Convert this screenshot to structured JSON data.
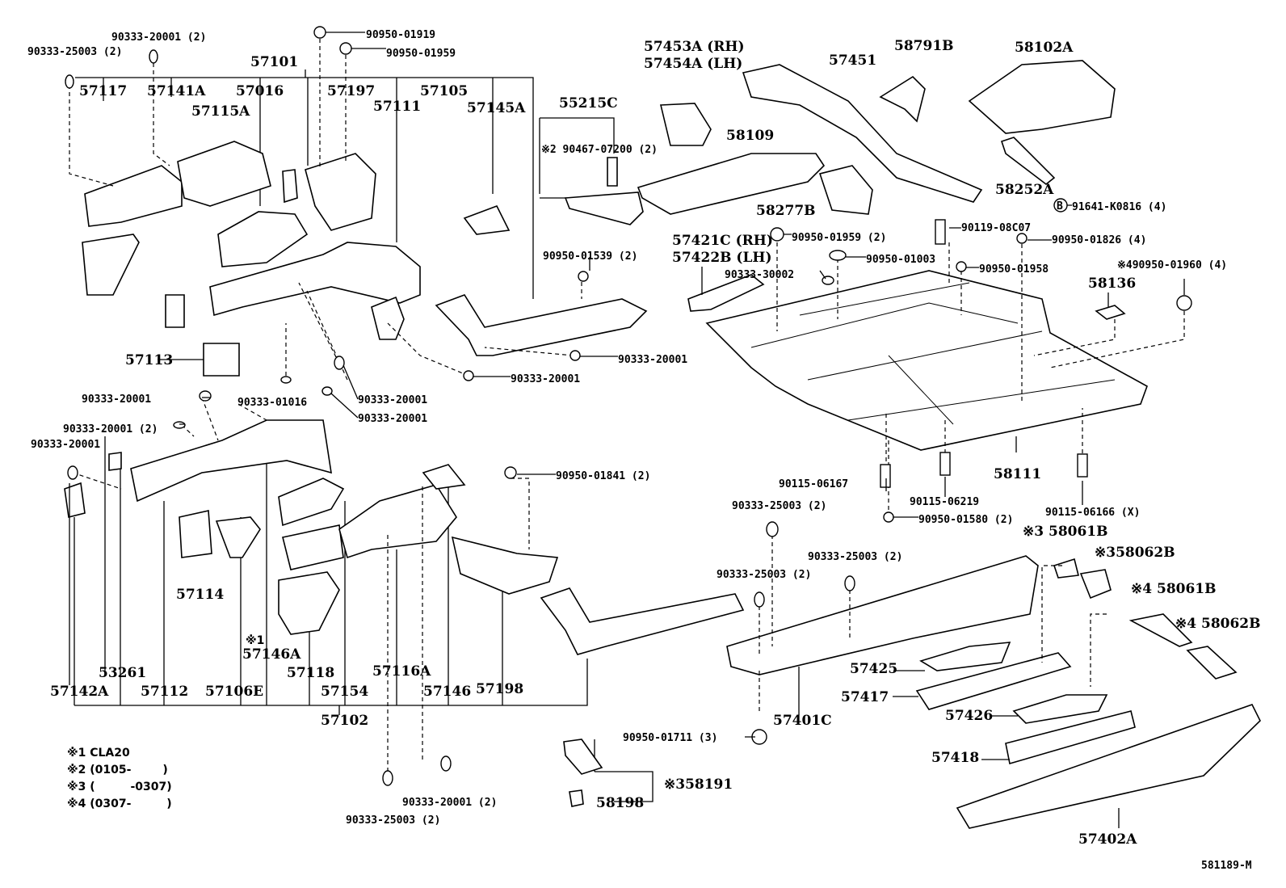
{
  "callouts": [
    "90333-20001 (2)",
    "90333-25003 (2)",
    "90950-01919",
    "90950-01959",
    "57101",
    "57117",
    "57141A",
    "57016",
    "57197",
    "57111",
    "57105",
    "57145A",
    "57115A",
    "55215C",
    "※2 90467-07200 (2)",
    "57453A (RH)",
    "57454A (LH)",
    "57451",
    "58791B",
    "58102A",
    "58109",
    "58277B",
    "58252A",
    "91641-K0816 (4)",
    "90119-08C07",
    "90950-01959 (2)",
    "90950-01826 (4)",
    "57421C (RH)",
    "57422B (LH)",
    "90950-01003",
    "90950-01958",
    "90333-30002",
    "※490950-01960 (4)",
    "58136",
    "90950-01539 (2)",
    "57113",
    "90333-20001",
    "90333-20001",
    "90333-20001",
    "90333-20001",
    "90333-01016",
    "90333-20001",
    "90333-20001 (2)",
    "90333-20001",
    "90950-01841 (2)",
    "58111",
    "90115-06167",
    "90115-06219",
    "90115-06166 (X)",
    "90950-01580 (2)",
    "90333-25003 (2)",
    "※3 58061B",
    "※358062B",
    "90333-25003 (2)",
    "90333-25003 (2)",
    "※4 58061B",
    "※4 58062B",
    "57114",
    "※1",
    "57146A",
    "53261",
    "57118",
    "57116A",
    "57425",
    "57142A",
    "57112",
    "57106E",
    "57154",
    "57146",
    "57198",
    "57417",
    "57102",
    "57401C",
    "57426",
    "90950-01711 (3)",
    "※358191",
    "58198",
    "57418",
    "90333-20001 (2)",
    "90333-25003 (2)",
    "57402A",
    "581189-M"
  ],
  "legend": [
    "※1 CLA20",
    "※2 (0105-        )",
    "※3 (         -0307)",
    "※4 (0307-         )"
  ],
  "bolt_marker": "B"
}
